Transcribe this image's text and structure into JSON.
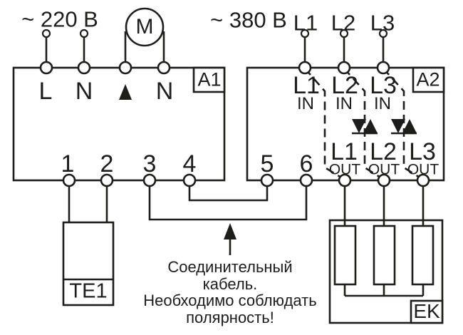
{
  "colors": {
    "line": "#1d1d1b",
    "background": "#ffffff"
  },
  "supply_left": {
    "label": "~ 220 В"
  },
  "supply_right": {
    "label": "~ 380 В"
  },
  "phases": [
    {
      "label": "L1"
    },
    {
      "label": "L2"
    },
    {
      "label": "L3"
    }
  ],
  "motor": {
    "label": "M"
  },
  "a1": {
    "label": "A1",
    "terminal_l": "L",
    "terminal_n1": "N",
    "terminal_n2": "N",
    "bottom_terminals": [
      "1",
      "2",
      "3",
      "4"
    ]
  },
  "a2": {
    "label": "A2",
    "bottom_terminals": [
      "5",
      "6"
    ],
    "channels": [
      {
        "phase": "L1",
        "in": "IN",
        "out": "OUT"
      },
      {
        "phase": "L2",
        "in": "IN",
        "out": "OUT"
      },
      {
        "phase": "L3",
        "in": "IN",
        "out": "OUT"
      }
    ]
  },
  "te1": {
    "label": "TE1"
  },
  "ek": {
    "label": "EK"
  },
  "note": {
    "lines": [
      "Соединительный",
      "кабель.",
      "Необходимо соблюдать",
      "полярность!"
    ]
  }
}
